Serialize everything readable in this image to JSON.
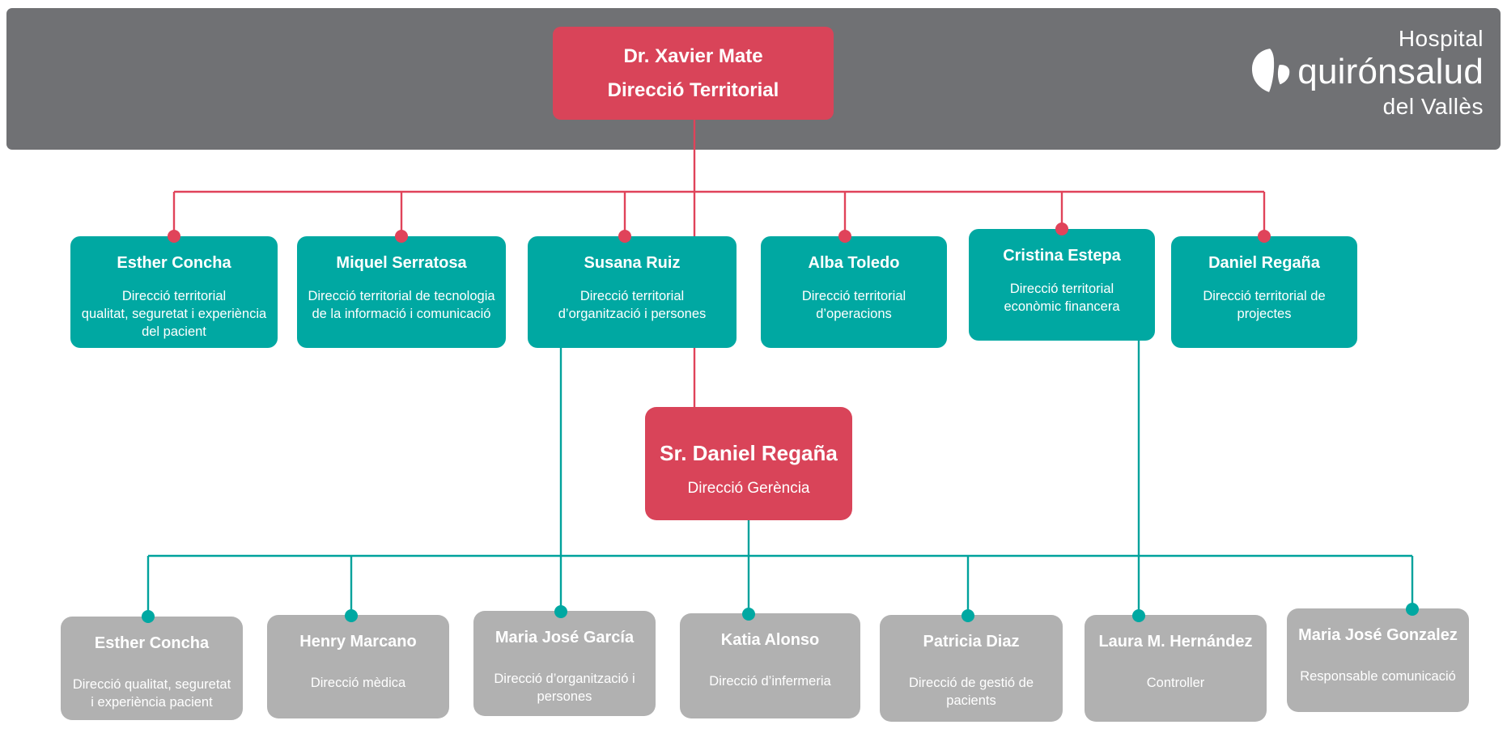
{
  "logo": {
    "line1": "Hospital",
    "brand": "quirónsalud",
    "line3": "del Vallès",
    "icon": "quironsalud-petals-icon"
  },
  "root": {
    "name": "Dr. Xavier Mate",
    "role": "Direcció Territorial"
  },
  "level2": [
    {
      "name": "Esther Concha",
      "role": "Direcció territorial\nqualitat, seguretat i experiència\ndel pacient"
    },
    {
      "name": "Miquel Serratosa",
      "role": "Direcció territorial de tecnologia\nde la informació i comunicació"
    },
    {
      "name": "Susana Ruiz",
      "role": "Direcció territorial\nd’organització i persones"
    },
    {
      "name": "Alba Toledo",
      "role": "Direcció territorial\nd’operacions"
    },
    {
      "name": "Cristina Estepa",
      "role": "Direcció territorial\neconòmic financera"
    },
    {
      "name": "Daniel Regaña",
      "role": "Direcció territorial de\nprojectes"
    }
  ],
  "gerencia": {
    "name": "Sr. Daniel Regaña",
    "role": "Direcció Gerència"
  },
  "level4": [
    {
      "name": "Esther Concha",
      "role": "Direcció qualitat, seguretat\ni experiència pacient"
    },
    {
      "name": "Henry Marcano",
      "role": "Direcció mèdica"
    },
    {
      "name": "Maria José García",
      "role": "Direcció d’organització i\npersones"
    },
    {
      "name": "Katia Alonso",
      "role": "Direcció d’infermeria"
    },
    {
      "name": "Patricia Diaz",
      "role": "Direcció de gestió de\npacients"
    },
    {
      "name": "Laura M. Hernández",
      "role": "Controller"
    },
    {
      "name": "Maria José Gonzalez",
      "role": "Responsable comunicació"
    }
  ],
  "colors": {
    "node_red": "#d94459",
    "node_teal": "#00a8a2",
    "node_gray": "#b1b1b1",
    "header_gray": "#707174",
    "line_red": "#e0435a",
    "line_teal": "#00a29c",
    "text": "#ffffff"
  }
}
